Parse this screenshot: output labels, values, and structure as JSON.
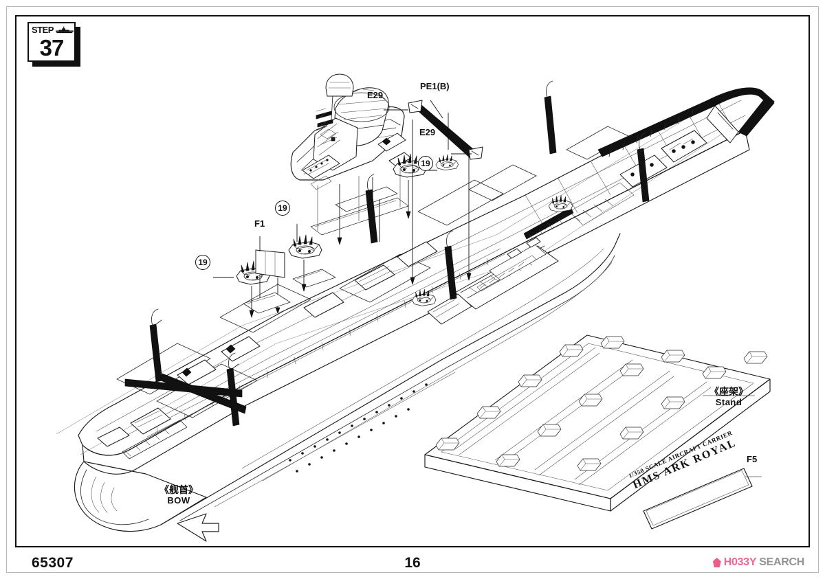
{
  "document": {
    "kit_number": "65307",
    "page_number": "16"
  },
  "step_badge": {
    "word": "STEP",
    "number": "37",
    "icon": "ship-silhouette-icon"
  },
  "part_labels": [
    {
      "id": "e29-upper",
      "text": "E29"
    },
    {
      "id": "pe1b",
      "text": "PE1(B)"
    },
    {
      "id": "e29-lower",
      "text": "E29"
    },
    {
      "id": "f1",
      "text": "F1"
    },
    {
      "id": "f5",
      "text": "F5"
    }
  ],
  "quantity_callouts": [
    {
      "id": "qty-left",
      "text": "19"
    },
    {
      "id": "qty-middle",
      "text": "19"
    },
    {
      "id": "qty-right",
      "text": "19"
    }
  ],
  "annotations": [
    {
      "id": "stand",
      "cjk": "《座架》",
      "roman": "Stand"
    },
    {
      "id": "bow",
      "cjk": "《舰首》",
      "roman": "BOW"
    }
  ],
  "nameplate": {
    "scale_line": "1/350 SCALE AIRCRAFT CARRIER",
    "ship_name": "HMS ARK ROYAL",
    "part_label": "F5"
  },
  "watermark": {
    "text_primary": "H033Y",
    "text_secondary": "SEARCH",
    "color_primary": "#ef5a8a",
    "color_secondary": "#8a8a8a"
  },
  "colors": {
    "ink": "#111111",
    "line": "#1a1a1a",
    "light_line": "#8c8c8c",
    "frame": "#111111",
    "outer_rule": "#b9b9b9",
    "photoetch_fill": "#111111"
  }
}
